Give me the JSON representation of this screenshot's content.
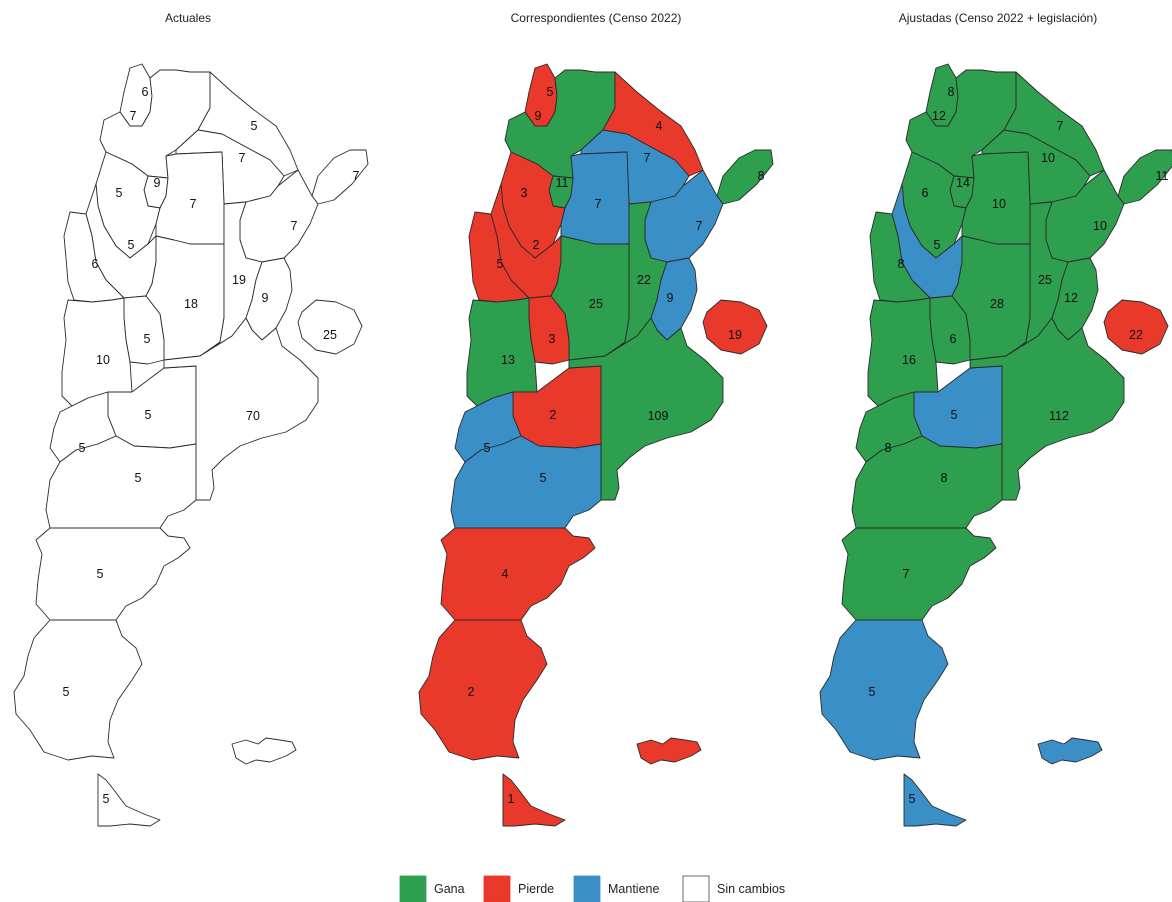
{
  "panels": [
    {
      "id": "actuales",
      "title": "Actuales",
      "values": {
        "jujuy": "6",
        "salta": "7",
        "formosa": "5",
        "chaco": "7",
        "misiones": "7",
        "tucuman": "9",
        "catamarca": "5",
        "santiago": "7",
        "corrientes": "7",
        "larioja": "5",
        "sanjuan": "6",
        "cordoba": "18",
        "santafe": "19",
        "entrerios": "9",
        "sanluis": "5",
        "mendoza": "10",
        "caba": "25",
        "lapampa": "5",
        "buenosaires": "70",
        "neuquen": "5",
        "rionegro": "5",
        "chubut": "5",
        "santacruz": "5",
        "tierradelfuego": "5"
      }
    },
    {
      "id": "correspondientes",
      "title": "Correspondientes (Censo 2022)",
      "values": {
        "jujuy": "5",
        "salta": "9",
        "formosa": "4",
        "chaco": "7",
        "misiones": "8",
        "tucuman": "11",
        "catamarca": "3",
        "santiago": "7",
        "corrientes": "7",
        "larioja": "2",
        "sanjuan": "5",
        "cordoba": "25",
        "santafe": "22",
        "entrerios": "9",
        "sanluis": "3",
        "mendoza": "13",
        "caba": "19",
        "lapampa": "2",
        "buenosaires": "109",
        "neuquen": "5",
        "rionegro": "5",
        "chubut": "4",
        "santacruz": "2",
        "tierradelfuego": "1"
      },
      "status": {
        "jujuy": "pierde",
        "salta": "gana",
        "formosa": "pierde",
        "chaco": "mantiene",
        "misiones": "gana",
        "tucuman": "gana",
        "catamarca": "pierde",
        "santiago": "mantiene",
        "corrientes": "mantiene",
        "larioja": "pierde",
        "sanjuan": "pierde",
        "cordoba": "gana",
        "santafe": "gana",
        "entrerios": "mantiene",
        "sanluis": "pierde",
        "mendoza": "gana",
        "caba": "pierde",
        "lapampa": "pierde",
        "buenosaires": "gana",
        "neuquen": "mantiene",
        "rionegro": "mantiene",
        "chubut": "pierde",
        "santacruz": "pierde",
        "tierradelfuego": "pierde",
        "malvinas": "pierde"
      }
    },
    {
      "id": "ajustadas",
      "title": "Ajustadas (Censo 2022 + legislación)",
      "values": {
        "jujuy": "8",
        "salta": "12",
        "formosa": "7",
        "chaco": "10",
        "misiones": "11",
        "tucuman": "14",
        "catamarca": "6",
        "santiago": "10",
        "corrientes": "10",
        "larioja": "5",
        "sanjuan": "8",
        "cordoba": "28",
        "santafe": "25",
        "entrerios": "12",
        "sanluis": "6",
        "mendoza": "16",
        "caba": "22",
        "lapampa": "5",
        "buenosaires": "112",
        "neuquen": "8",
        "rionegro": "8",
        "chubut": "7",
        "santacruz": "5",
        "tierradelfuego": "5"
      },
      "status": {
        "jujuy": "gana",
        "salta": "gana",
        "formosa": "gana",
        "chaco": "gana",
        "misiones": "gana",
        "tucuman": "gana",
        "catamarca": "gana",
        "santiago": "gana",
        "corrientes": "gana",
        "larioja": "mantiene",
        "sanjuan": "gana",
        "cordoba": "gana",
        "santafe": "gana",
        "entrerios": "gana",
        "sanluis": "gana",
        "mendoza": "gana",
        "caba": "pierde",
        "lapampa": "mantiene",
        "buenosaires": "gana",
        "neuquen": "gana",
        "rionegro": "gana",
        "chubut": "gana",
        "santacruz": "mantiene",
        "tierradelfuego": "mantiene",
        "malvinas": "mantiene"
      }
    }
  ],
  "legend": [
    {
      "key": "gana",
      "label": "Gana",
      "color": "#2e9e4f"
    },
    {
      "key": "pierde",
      "label": "Pierde",
      "color": "#e8392b"
    },
    {
      "key": "mantiene",
      "label": "Mantiene",
      "color": "#3a8fc7"
    },
    {
      "key": "sin",
      "label": "Sin cambios",
      "color": "#ffffff"
    }
  ]
}
